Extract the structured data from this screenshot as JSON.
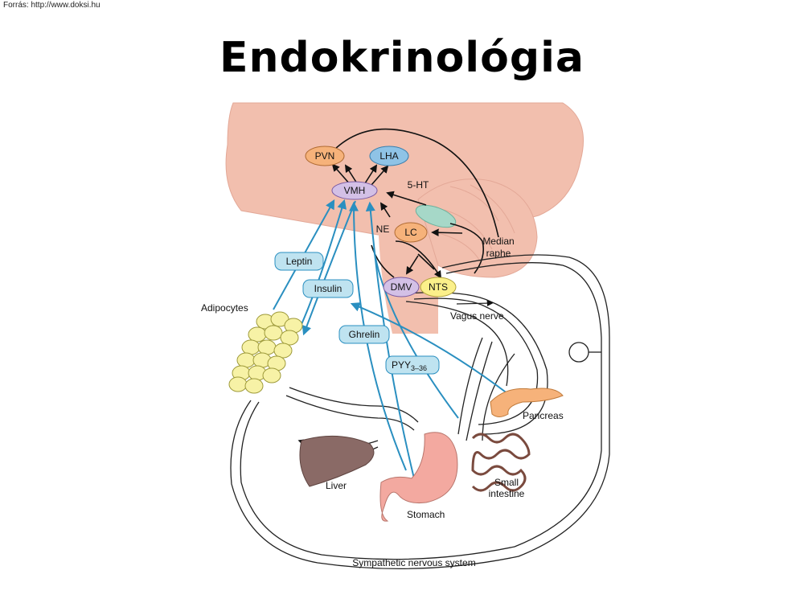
{
  "source_text": "Forrás: http://www.doksi.hu",
  "title": "Endokrinológia",
  "diagram": {
    "nodes": {
      "pvn": "PVN",
      "lha": "LHA",
      "vmh": "VMH",
      "lc": "LC",
      "dmv": "DMV",
      "nts": "NTS"
    },
    "hormones": {
      "leptin": "Leptin",
      "insulin": "Insulin",
      "ghrelin": "Ghrelin",
      "pyy": "PYY",
      "pyy_sub": "3–36"
    },
    "labels": {
      "five_ht": "5-HT",
      "ne": "NE",
      "median_raphe_1": "Median",
      "median_raphe_2": "raphe",
      "vagus_nerve": "Vagus nerve",
      "adipocytes": "Adipocytes",
      "pancreas": "Pancreas",
      "liver": "Liver",
      "stomach": "Stomach",
      "small_intestine_1": "Small",
      "small_intestine_2": "intestine",
      "sympathetic": "Sympathetic nervous system"
    },
    "colors": {
      "brain": "#f2bfae",
      "hormone_arrow": "#2a8fc0",
      "hormone_box": "#bfe3f0",
      "orange_node": "#f6b27a",
      "blue_node": "#8fc3e6",
      "purple_node": "#d3c0e6",
      "yellow_node": "#fbf08a",
      "fat": "#f7f2a6",
      "liver": "#8a6a66",
      "stomach": "#f3a9a0",
      "pancreas": "#f6b27a"
    }
  }
}
